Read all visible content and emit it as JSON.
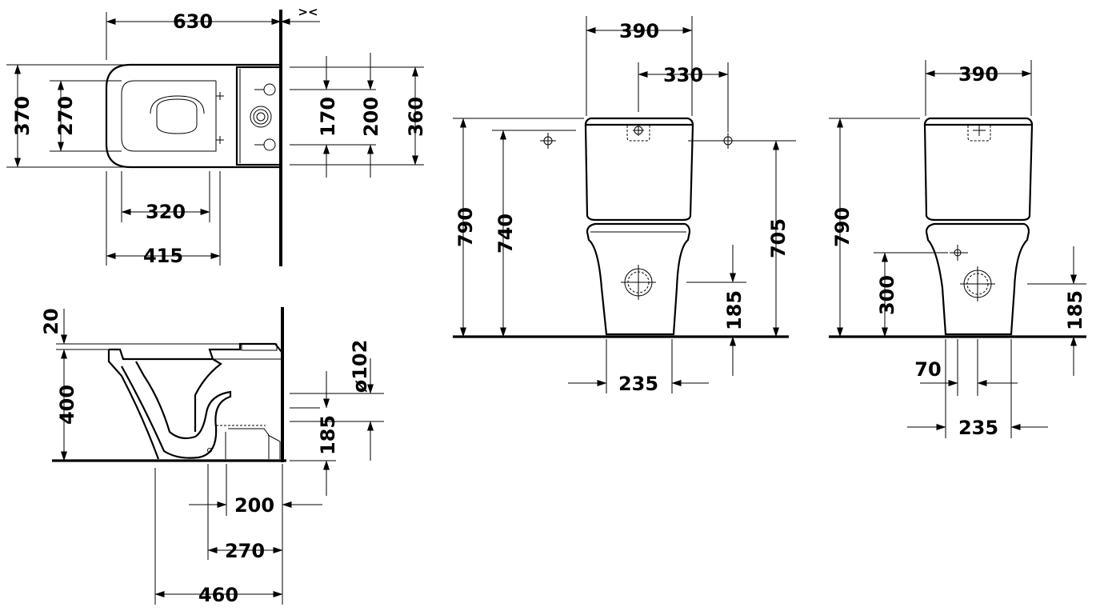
{
  "top_view": {
    "width_total": "630",
    "clearance_mark": "><",
    "depth_total": "370",
    "depth_inner": "270",
    "length_320": "320",
    "length_415": "415",
    "right_170": "170",
    "right_200": "200",
    "right_360": "360"
  },
  "side_view": {
    "seat_gap": "20",
    "seat_height": "400",
    "pipe_diameter": "ø102",
    "pipe_height": "185",
    "horiz_200": "200",
    "horiz_270": "270",
    "horiz_460": "460"
  },
  "front_view": {
    "width": "390",
    "inlet_spacing": "330",
    "total_height": "790",
    "inlet_height": "740",
    "right_height": "705",
    "outlet_height": "185",
    "base_width": "235"
  },
  "rear_view": {
    "width": "390",
    "total_height": "790",
    "inlet_height": "300",
    "outlet_height": "185",
    "offset": "70",
    "base_width": "235"
  }
}
